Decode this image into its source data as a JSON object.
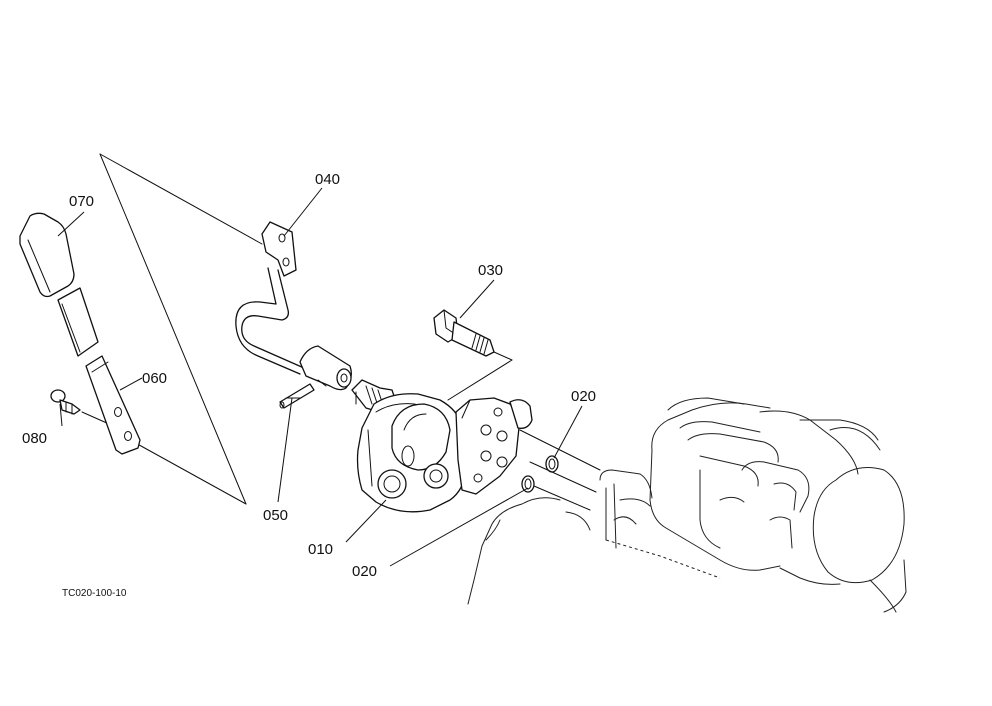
{
  "diagram": {
    "reference_code": "TC020-100-10",
    "labels": {
      "p010": "010",
      "p020a": "020",
      "p020b": "020",
      "p030": "030",
      "p040": "040",
      "p050": "050",
      "p060": "060",
      "p070": "070",
      "p080": "080"
    },
    "line_color": "#111111",
    "background_color": "#ffffff"
  }
}
